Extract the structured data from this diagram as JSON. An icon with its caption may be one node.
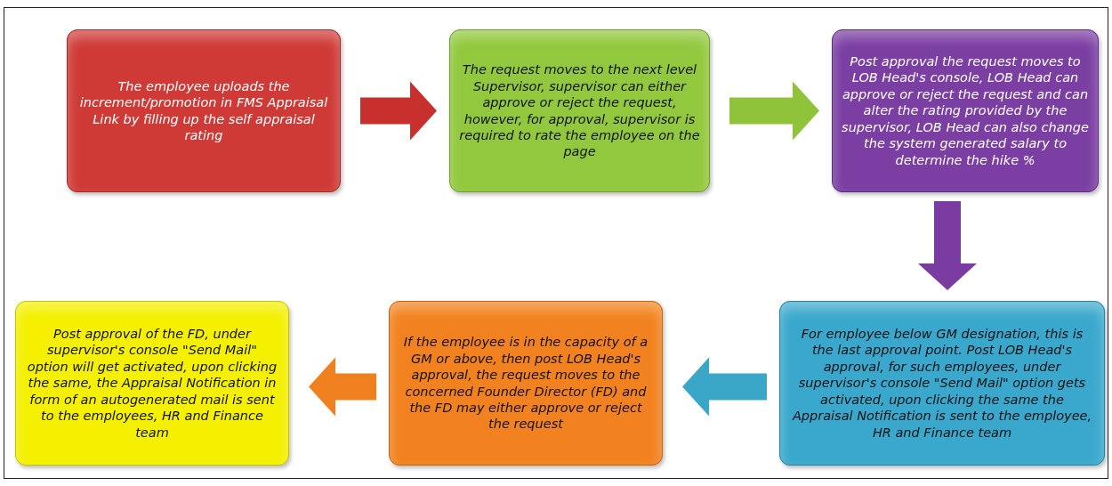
{
  "diagram": {
    "nodes": [
      {
        "text": [
          "The employee uploads the increment/promotion in FMS Appraisal Link by filling up the self appraisal rating"
        ]
      },
      {
        "text": [
          "The request moves to the next level Supervisor, supervisor can either approve or reject the request, however, for approval, supervisor is required to rate the employee on the page"
        ]
      },
      {
        "text": [
          "Post approval the request moves to LOB Head's console, LOB Head can approve or reject the request and can alter the rating provided by the supervisor, LOB Head can also change the system generated salary to determine the hike %"
        ]
      },
      {
        "text": [
          "For employee below GM designation, this is the last approval point. Post LOB Head's approval, for such employees, under supervisor's console \"Send Mail\" option gets activated, upon clicking the same the Appraisal Notification is sent to the employee, HR and Finance team"
        ]
      },
      {
        "text": [
          "If the employee is in the capacity of a GM or above, then post LOB Head's approval, the request moves to the concerned Founder Director (FD) and the FD may either approve or reject the request"
        ]
      },
      {
        "text": [
          "Post approval of the FD, under supervisor's console \"Send Mail\" option will get activated, upon clicking the same, the Appraisal Notification in form of an autogenerated mail is sent to the employees, HR and Finance team"
        ]
      }
    ],
    "edges": [
      {
        "from": 0,
        "to": 1,
        "arrow": "to",
        "color": "#c8302e"
      },
      {
        "from": 1,
        "to": 2,
        "arrow": "to",
        "color": "#8fc43a"
      },
      {
        "from": 2,
        "to": 3,
        "arrow": "to",
        "color": "#7a3ca0"
      },
      {
        "from": 3,
        "to": 4,
        "arrow": "to",
        "color": "#3aa6c8"
      },
      {
        "from": 4,
        "to": 5,
        "arrow": "to",
        "color": "#f0801e"
      }
    ]
  }
}
